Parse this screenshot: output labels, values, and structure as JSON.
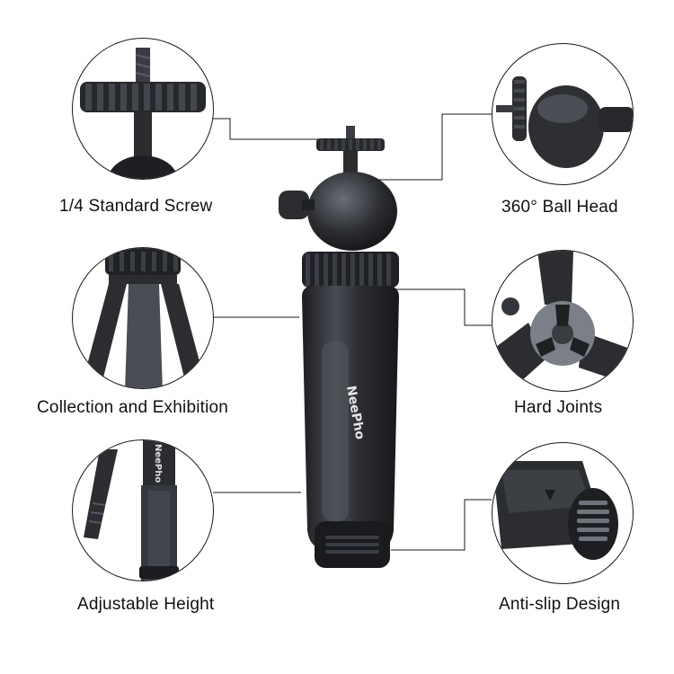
{
  "colors": {
    "background": "#ffffff",
    "text": "#111111",
    "metal_dark": "#2b2d31",
    "metal_mid": "#4a4d54",
    "metal_light": "#8c9099",
    "line": "#1a1a1a"
  },
  "features": [
    {
      "label": "1/4 Standard Screw",
      "icon": "standard-screw-icon"
    },
    {
      "label": "360° Ball Head",
      "icon": "ball-head-icon"
    },
    {
      "label": "Collection and Exhibition",
      "icon": "folded-legs-icon"
    },
    {
      "label": "Hard Joints",
      "icon": "hard-joints-icon"
    },
    {
      "label": "Adjustable Height",
      "icon": "adjustable-height-icon"
    },
    {
      "label": "Anti-slip Design",
      "icon": "anti-slip-foot-icon"
    }
  ],
  "product": {
    "brand": "NeePho"
  }
}
